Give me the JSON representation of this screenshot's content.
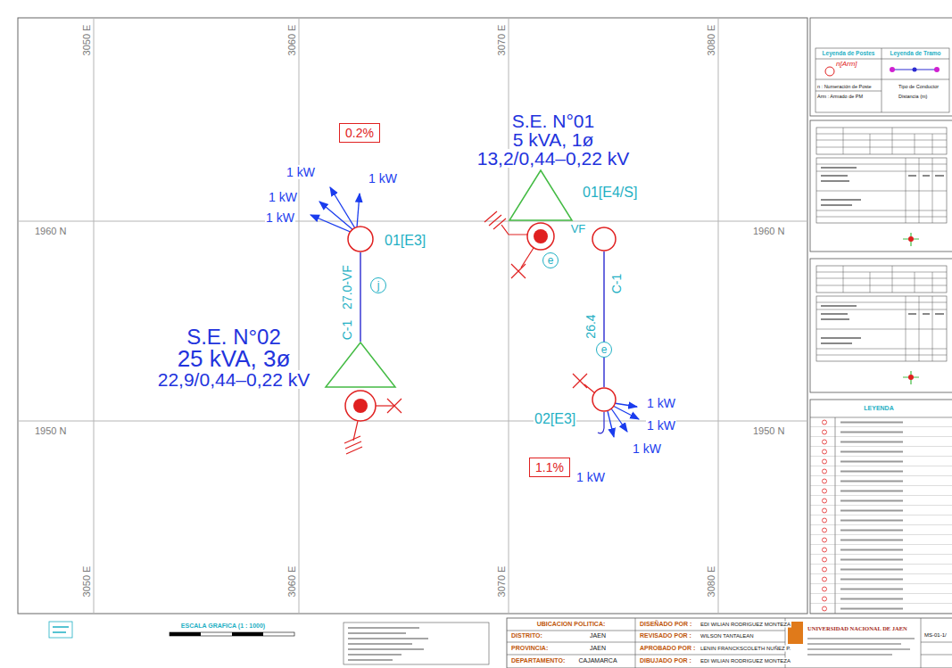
{
  "diagram": {
    "nodes": [
      {
        "text": [
          "0.2%"
        ]
      },
      {
        "text": [
          "01[E3]"
        ]
      },
      {
        "text": [
          "S.E. N°02",
          "25 kVA, 3ø",
          "22,9/0,44–0,22 kV"
        ]
      },
      {
        "text": [
          "S.E. N°01",
          "5 kVA, 1ø",
          "13,2/0,44–0,22 kV"
        ]
      },
      {
        "text": [
          "01[E4/S]"
        ]
      },
      {
        "text": [
          "02[E3]"
        ]
      },
      {
        "text": [
          "1.1%"
        ]
      }
    ],
    "edges": [
      {
        "from": 2,
        "to": 1,
        "arrow": "none",
        "label": "27.0-VF"
      },
      {
        "from": 4,
        "to": 5,
        "arrow": "none",
        "label": "26.4"
      }
    ],
    "labels": [
      "3050 E",
      "3060 E",
      "3070 E",
      "3080 E",
      "1960 N",
      "1960 N",
      "1950 N",
      "1950 N",
      "3050 E",
      "3060 E",
      "3070 E",
      "3080 E",
      "1 kW",
      "1 kW",
      "1 kW",
      "1 kW",
      "1 kW",
      "1 kW",
      "1 kW",
      "1 kW",
      "C-1",
      "j",
      "C-1",
      "e",
      "VF",
      "e",
      "Leyenda de Postes",
      "Leyenda de Tramo",
      "n[Arm]",
      "n : Numeración de Poste",
      "Arm : Armado de PM",
      "Tipo de Conductor",
      "Distancia (m)",
      "LEYENDA",
      "ESCALA GRAFICA (1 : 1000)",
      "UBICACION POLITICA:",
      "DISTRITO:",
      "JAEN",
      "PROVINCIA:",
      "JAEN",
      "DEPARTAMENTO:",
      "CAJAMARCA",
      "DISEÑADO POR :",
      "EDI WILIAN RODRIGUEZ MONTEZA",
      "REVISADO POR :",
      "WILSON TANTALEAN",
      "APROBADO POR :",
      "LENIN FRANCKSCOLETH NUÑEZ P.",
      "DIBUJADO POR :",
      "EDI WILIAN RODRIGUEZ MONTEZA",
      "UNIVERSIDAD NACIONAL DE JAEN",
      "MS-01-1/"
    ]
  }
}
